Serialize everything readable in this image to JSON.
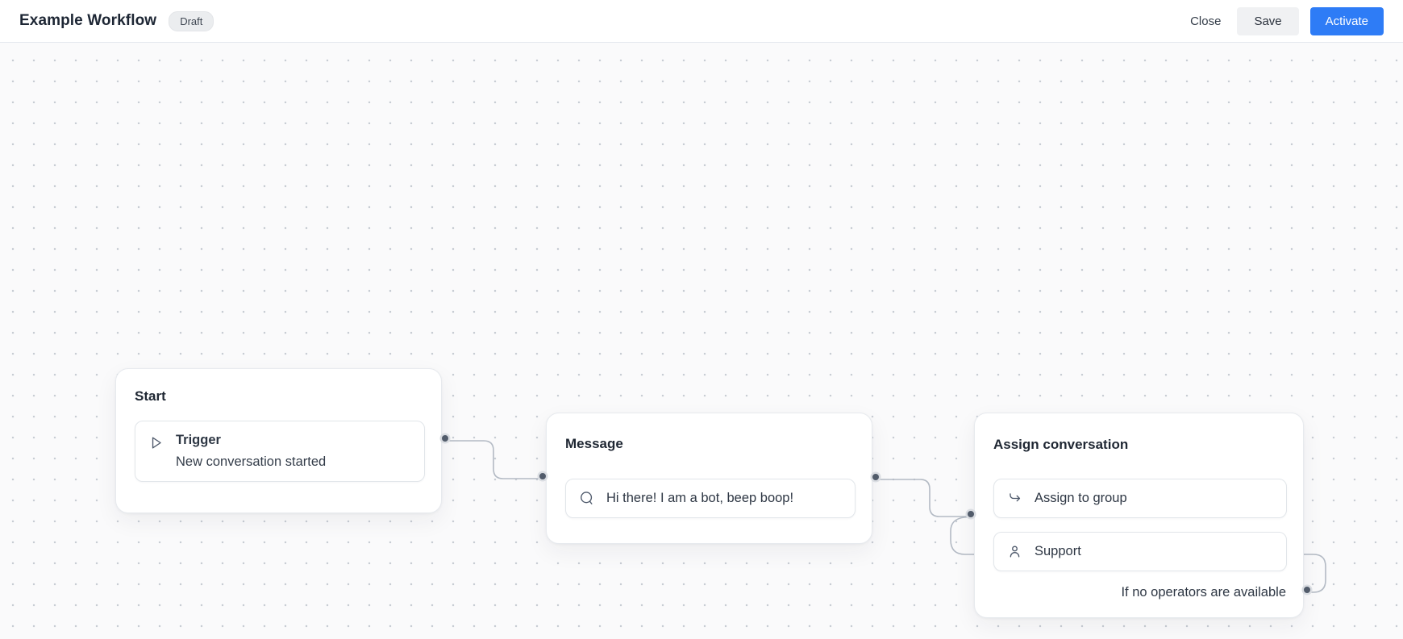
{
  "header": {
    "title": "Example Workflow",
    "status_badge": "Draft",
    "close_label": "Close",
    "save_label": "Save",
    "activate_label": "Activate"
  },
  "colors": {
    "accent_blue": "#2e7cf6",
    "edge_gray": "#b3bac4",
    "port_ring": "#525c6b"
  },
  "canvas": {
    "nodes": [
      {
        "id": "start",
        "title": "Start",
        "items": [
          {
            "icon": "play-icon",
            "label": "Trigger",
            "sublabel": "New conversation started"
          }
        ]
      },
      {
        "id": "message",
        "title": "Message",
        "items": [
          {
            "icon": "chat-bubble-icon",
            "label": "Hi there! I am a bot, beep boop!"
          }
        ]
      },
      {
        "id": "assign",
        "title": "Assign conversation",
        "items": [
          {
            "icon": "assign-arrow-icon",
            "label": "Assign to group"
          },
          {
            "icon": "user-icon",
            "label": "Support"
          }
        ],
        "footer_label": "If no operators are available"
      }
    ]
  }
}
